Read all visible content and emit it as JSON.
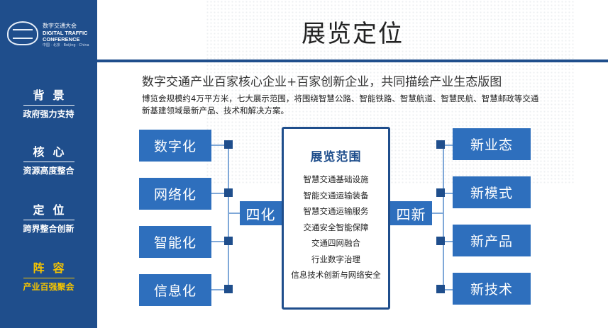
{
  "logo": {
    "cn": "数字交通大会",
    "en_line1": "DIGITAL TRAFFIC",
    "en_line2": "CONFERENCE",
    "sub": "中国 · 北京 · Beijing · China"
  },
  "sidebar": {
    "items": [
      {
        "title": "背景",
        "subtitle": "政府强力支持",
        "active": false
      },
      {
        "title": "核心",
        "subtitle": "资源高度整合",
        "active": false
      },
      {
        "title": "定位",
        "subtitle": "跨界整合创新",
        "active": false
      },
      {
        "title": "阵容",
        "subtitle": "产业百强聚会",
        "active": true
      }
    ]
  },
  "page": {
    "title": "展览定位",
    "subtitle": "数字交通产业百家核心企业+百家创新企业，共同描绘产业生态版图",
    "description": "博览会规模约4万平方米，七大展示范围，将围绕智慧公路、智能铁路、智慧航道、智慧民航、智慧邮政等交通新基建领域最新产品、技术和解决方案。"
  },
  "diagram": {
    "left_items": [
      "数字化",
      "网络化",
      "智能化",
      "信息化"
    ],
    "left_label": "四化",
    "right_items": [
      "新业态",
      "新模式",
      "新产品",
      "新技术"
    ],
    "right_label": "四新",
    "center": {
      "title": "展览范围",
      "items": [
        "智慧交通基础设施",
        "智能交通运输装备",
        "智慧交通运输服务",
        "交通安全智能保障",
        "交通四网融合",
        "行业数字治理",
        "信息技术创新与网络安全"
      ]
    }
  },
  "colors": {
    "sidebar": "#1f4e8c",
    "box": "#2e6fbd",
    "active": "#f5c400",
    "connector": "#7fa8d8"
  }
}
